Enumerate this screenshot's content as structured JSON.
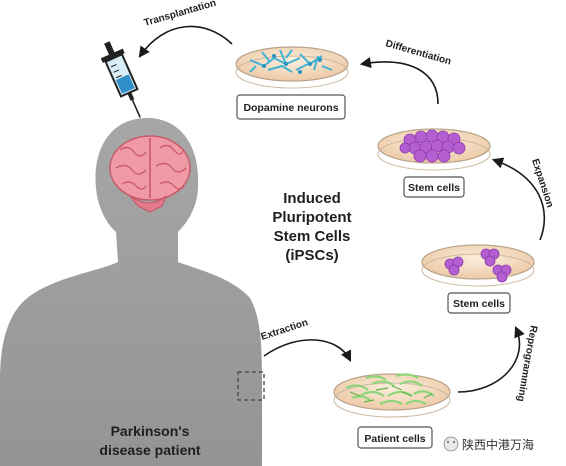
{
  "title_lines": [
    "Induced",
    "Pluripotent",
    "Stem Cells",
    "(iPSCs)"
  ],
  "patient_lines": [
    "Parkinson's",
    "disease patient"
  ],
  "stages": {
    "dopamine": "Dopamine neurons",
    "stem1": "Stem cells",
    "stem2": "Stem cells",
    "patient_cells": "Patient cells"
  },
  "steps": {
    "transplantation": "Transplantation",
    "differentiation": "Differentiation",
    "expansion": "Expansion",
    "reprogramming": "Reprogramming",
    "extraction": "Extraction"
  },
  "watermark": "陕西中港万海",
  "colors": {
    "silhouette": "#9d9d9d",
    "brain": "#ef9aa6",
    "neurons": "#3fb3d6",
    "stem_cells": "#b45fd1",
    "patient_cells": "#8fd67a",
    "dish": "#f3dcc3"
  }
}
